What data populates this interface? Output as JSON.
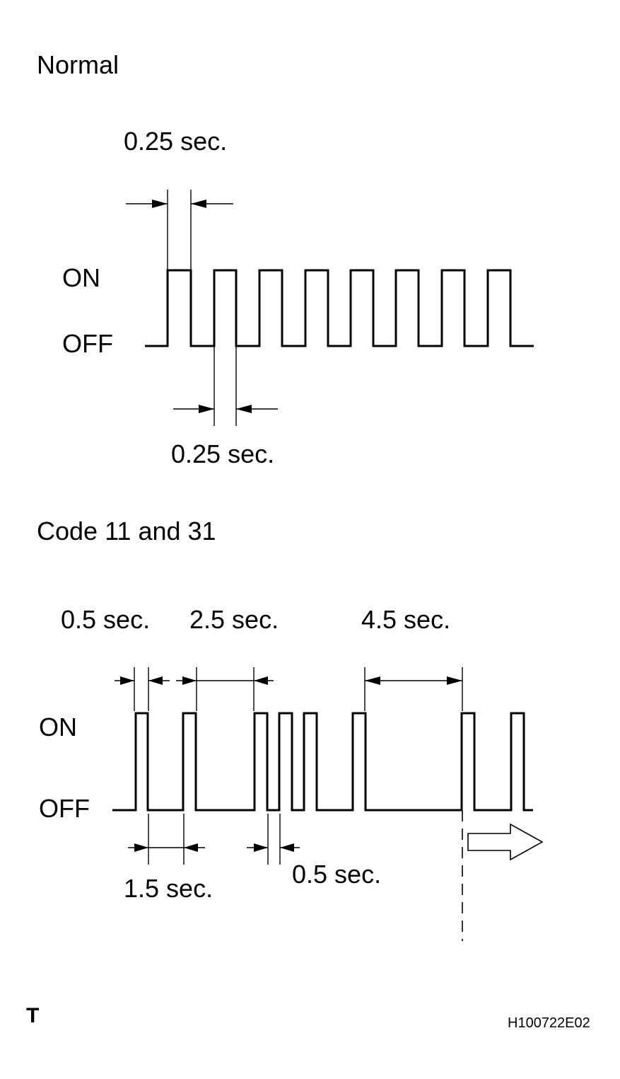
{
  "sections": {
    "normal": {
      "title": "Normal",
      "on_label": "ON",
      "off_label": "OFF",
      "dim_top": "0.25 sec.",
      "dim_bottom": "0.25 sec."
    },
    "code": {
      "title": "Code 11 and 31",
      "on_label": "ON",
      "off_label": "OFF",
      "dim_a": "0.5 sec.",
      "dim_b": "2.5 sec.",
      "dim_c": "4.5 sec.",
      "dim_d": "1.5 sec.",
      "dim_e": "0.5 sec."
    }
  },
  "footer": {
    "left_mark": "T",
    "figure_id": "H100722E02"
  }
}
